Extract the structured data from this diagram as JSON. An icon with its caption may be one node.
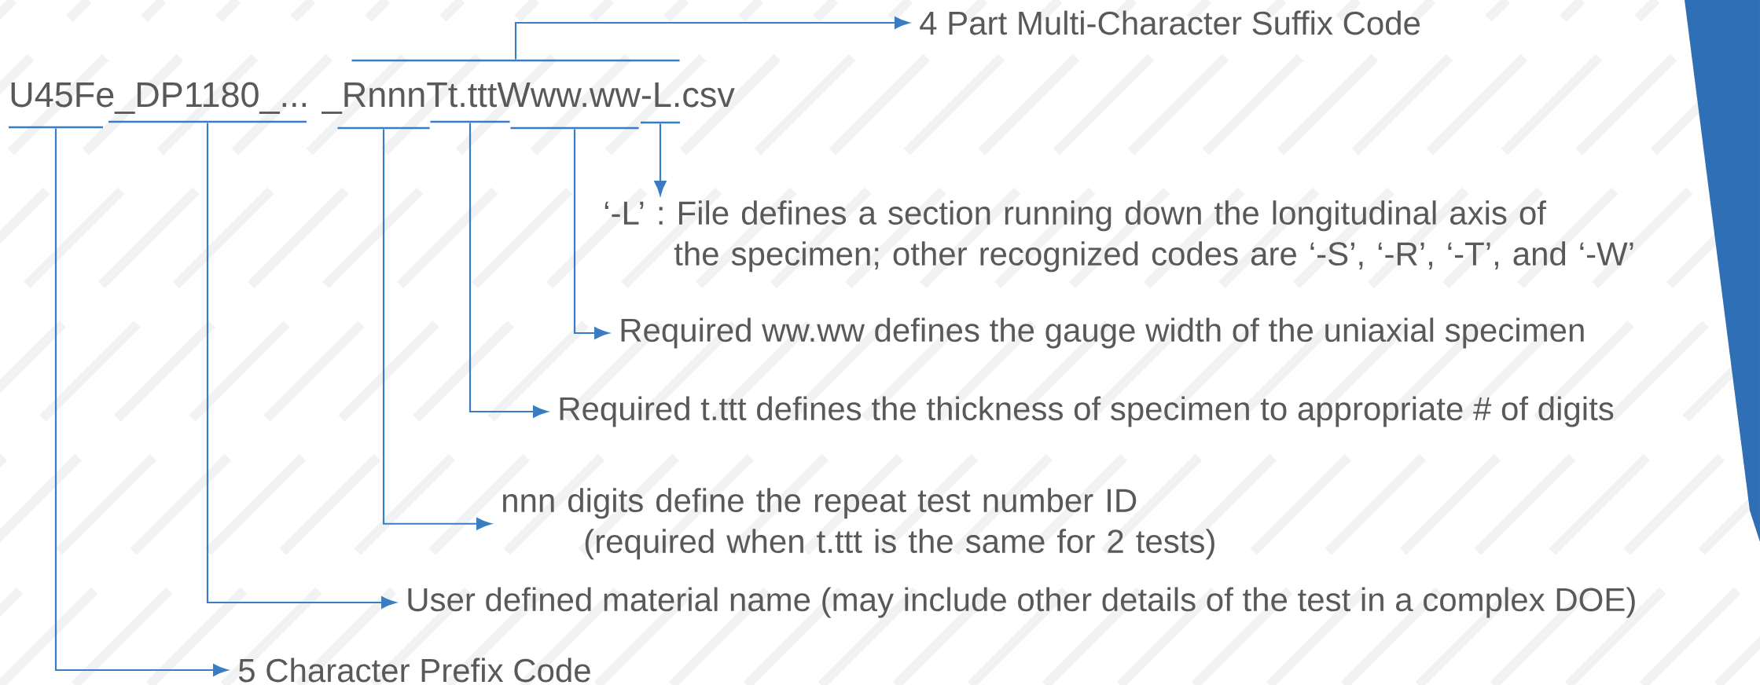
{
  "diagram": {
    "nodes": [
      {
        "text": [
          "U45Fe_DP1180_... _RnnnTt.tttWww.ww-L.csv"
        ]
      },
      {
        "text": [],
        "shape": "line"
      },
      {
        "text": [],
        "shape": "line"
      },
      {
        "text": [],
        "shape": "line"
      },
      {
        "text": [],
        "shape": "line"
      },
      {
        "text": [],
        "shape": "line"
      },
      {
        "text": [],
        "shape": "line"
      },
      {
        "text": [],
        "shape": "line"
      },
      {
        "text": [
          "4 Part Multi-Character Suffix Code"
        ]
      },
      {
        "text": [
          "‘-L’ : File defines a section running down the longitudinal axis of the specimen; other recognized codes are ‘-S’, ‘-R’, ‘-T’, and ‘-W’"
        ]
      },
      {
        "text": [
          "Required ww.ww defines the gauge width of the uniaxial specimen"
        ]
      },
      {
        "text": [
          "Required t.ttt defines the thickness of specimen to appropriate # of digits"
        ]
      },
      {
        "text": [
          "nnn digits define the repeat test number ID (required when t.ttt is the same for 2 tests)"
        ]
      },
      {
        "text": [
          "User defined material name (may include other details of the test in a complex DOE)"
        ]
      },
      {
        "text": [
          "5 Character Prefix Code"
        ]
      }
    ],
    "edges": [
      {
        "from": 1,
        "to": 8,
        "arrow": "to"
      },
      {
        "from": 7,
        "to": 9,
        "arrow": "to"
      },
      {
        "from": 6,
        "to": 10,
        "arrow": "to"
      },
      {
        "from": 5,
        "to": 11,
        "arrow": "to"
      },
      {
        "from": 4,
        "to": 12,
        "arrow": "to"
      },
      {
        "from": 3,
        "to": 13,
        "arrow": "to"
      },
      {
        "from": 2,
        "to": 14,
        "arrow": "to"
      }
    ]
  }
}
